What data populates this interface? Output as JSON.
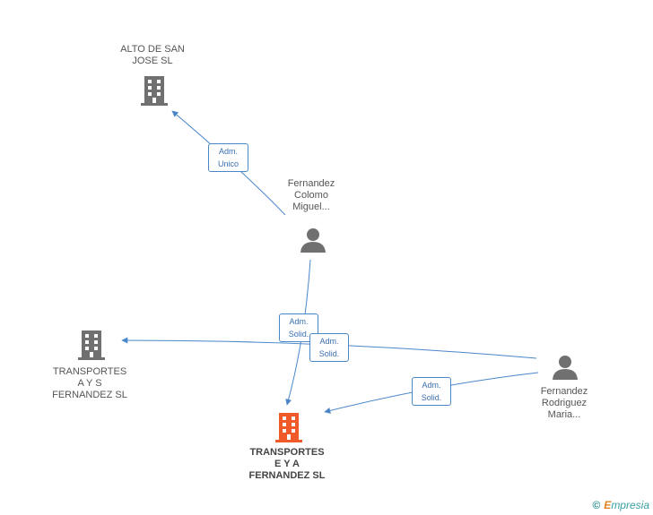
{
  "nodes": {
    "alto": {
      "label": "ALTO DE SAN\nJOSE  SL",
      "kind": "company",
      "icon": "building-icon",
      "color": "#707070"
    },
    "colomo": {
      "label": "Fernandez\nColomo\nMiguel...",
      "kind": "person",
      "icon": "person-icon",
      "color": "#707070"
    },
    "ays": {
      "label": "TRANSPORTES\nA Y S\nFERNANDEZ SL",
      "kind": "company",
      "icon": "building-icon",
      "color": "#707070"
    },
    "rodriguez": {
      "label": "Fernandez\nRodriguez\nMaria...",
      "kind": "person",
      "icon": "person-icon",
      "color": "#707070"
    },
    "eya": {
      "label": "TRANSPORTES\nE Y A\nFERNANDEZ SL",
      "kind": "company",
      "icon": "building-icon",
      "color": "#f05a28",
      "focus": true
    }
  },
  "edges": [
    {
      "from": "colomo",
      "to": "alto",
      "label": "Adm.\nUnico"
    },
    {
      "from": "colomo",
      "to": "eya",
      "label": "Adm.\nSolid."
    },
    {
      "from": "rodriguez",
      "to": "ays",
      "label": "Adm.\nSolid."
    },
    {
      "from": "rodriguez",
      "to": "eya",
      "label": "Adm.\nSolid."
    }
  ],
  "colors": {
    "edge": "#4a86c8"
  },
  "footer": {
    "copyright": "©",
    "brand_e": "E",
    "brand_rest": "mpresia"
  }
}
